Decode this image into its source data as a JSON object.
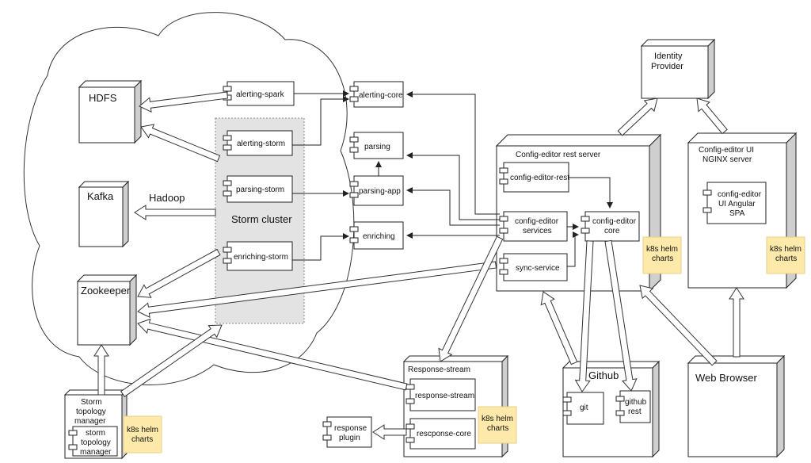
{
  "hdfs": "HDFS",
  "kafka": "Kafka",
  "hadoop": "Hadoop",
  "zookeeper": "Zookeeper",
  "storm_cluster": "Storm cluster",
  "alerting_spark": "alerting-spark",
  "alerting_storm": "alerting-storm",
  "parsing_storm": "parsing-storm",
  "enriching_storm": "enriching-storm",
  "alerting_core": "alerting-core",
  "parsing": "parsing",
  "parsing_app": "parsing-app",
  "enriching": "enriching",
  "identity_provider": [
    "Identity",
    "Provider"
  ],
  "rest_server": "Config-editor rest server",
  "config_editor_rest": "config-editor-rest",
  "config_editor_services": [
    "config-editor",
    "services"
  ],
  "config_editor_core": [
    "config-editor",
    "core"
  ],
  "sync_service": "sync-service",
  "ui_server": [
    "Config-editor UI",
    "NGINX server"
  ],
  "ui_spa": [
    "config-editor",
    "UI Angular",
    "SPA"
  ],
  "k8s": [
    "k8s helm",
    "charts"
  ],
  "github": "Github",
  "git": "git",
  "github_rest": [
    "github",
    "rest"
  ],
  "web_browser": "Web Browser",
  "response_stream_node": "Response-stream",
  "response_stream": "response-stream",
  "response_core": "rescponse-core",
  "response_plugin": [
    "response",
    "plugin"
  ],
  "stm_node": [
    "Storm",
    "topology",
    "manager"
  ],
  "stm_comp": [
    "storm",
    "topology",
    "manager"
  ],
  "colors": {
    "note": "#fde9a9",
    "cluster": "#e3e3e3",
    "node_side": "#cfcfcf"
  }
}
